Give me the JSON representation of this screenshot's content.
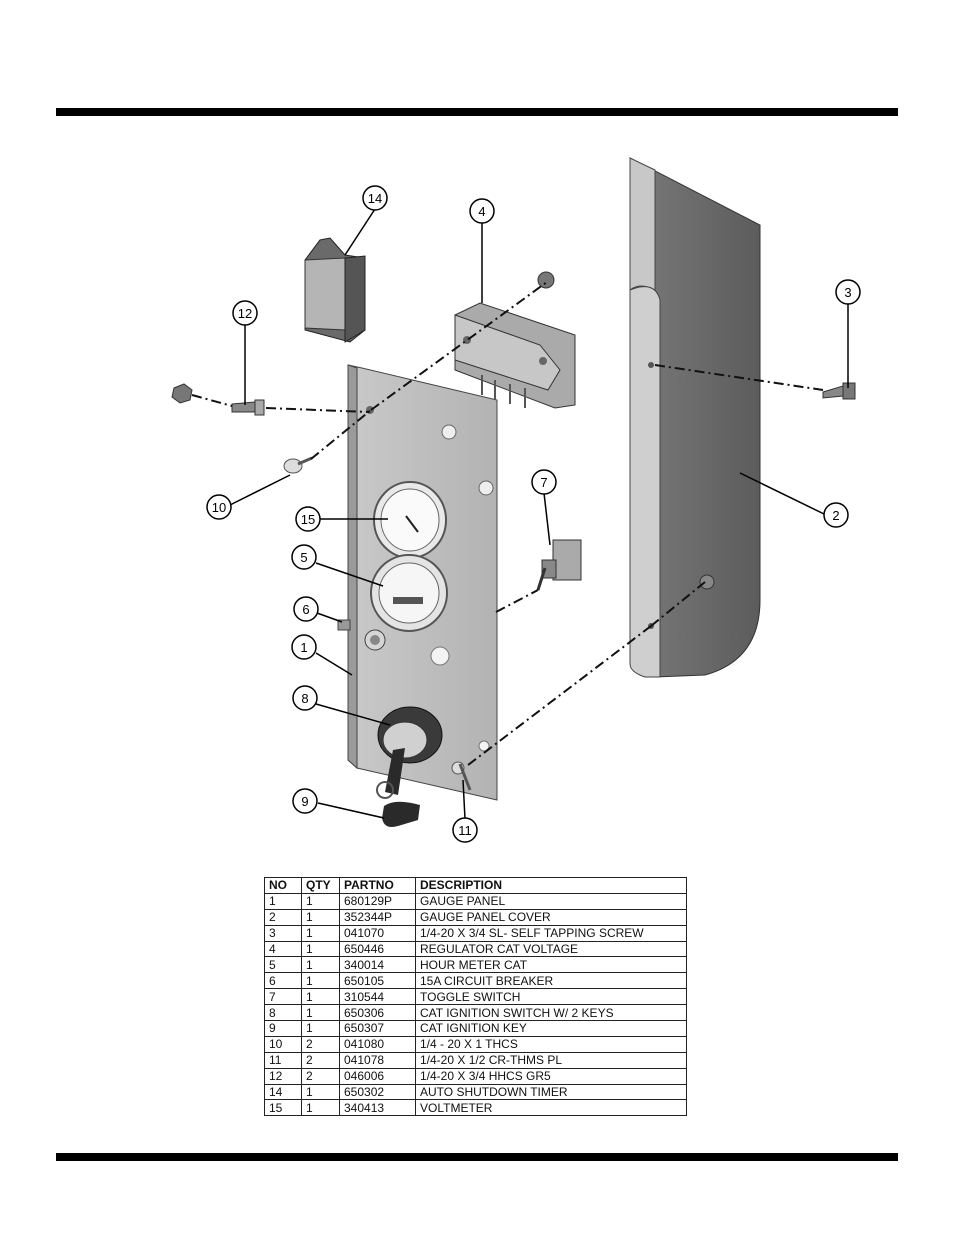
{
  "callouts": [
    "1",
    "2",
    "3",
    "4",
    "5",
    "6",
    "7",
    "8",
    "9",
    "10",
    "11",
    "12",
    "14",
    "15"
  ],
  "table": {
    "headers": {
      "no": "NO",
      "qty": "QTY",
      "partno": "PARTNO",
      "description": "DESCRIPTION"
    },
    "rows": [
      {
        "no": "1",
        "qty": "1",
        "partno": "680129P",
        "description": "GAUGE PANEL"
      },
      {
        "no": "2",
        "qty": "1",
        "partno": "352344P",
        "description": "GAUGE PANEL COVER"
      },
      {
        "no": "3",
        "qty": "1",
        "partno": "041070",
        "description": "1/4-20 X 3/4 SL- SELF TAPPING SCREW"
      },
      {
        "no": "4",
        "qty": "1",
        "partno": "650446",
        "description": "REGULATOR CAT VOLTAGE"
      },
      {
        "no": "5",
        "qty": "1",
        "partno": "340014",
        "description": "HOUR METER CAT"
      },
      {
        "no": "6",
        "qty": "1",
        "partno": "650105",
        "description": "15A CIRCUIT BREAKER"
      },
      {
        "no": "7",
        "qty": "1",
        "partno": "310544",
        "description": "TOGGLE SWITCH"
      },
      {
        "no": "8",
        "qty": "1",
        "partno": "650306",
        "description": "CAT IGNITION SWITCH W/ 2 KEYS"
      },
      {
        "no": "9",
        "qty": "1",
        "partno": "650307",
        "description": "CAT IGNITION KEY"
      },
      {
        "no": "10",
        "qty": "2",
        "partno": "041080",
        "description": "1/4 - 20 X 1 THCS"
      },
      {
        "no": "11",
        "qty": "2",
        "partno": "041078",
        "description": "1/4-20 X 1/2 CR-THMS PL"
      },
      {
        "no": "12",
        "qty": "2",
        "partno": "046006",
        "description": "1/4-20 X 3/4 HHCS GR5"
      },
      {
        "no": "14",
        "qty": "1",
        "partno": "650302",
        "description": "AUTO SHUTDOWN TIMER"
      },
      {
        "no": "15",
        "qty": "1",
        "partno": "340413",
        "description": "VOLTMETER"
      }
    ]
  }
}
